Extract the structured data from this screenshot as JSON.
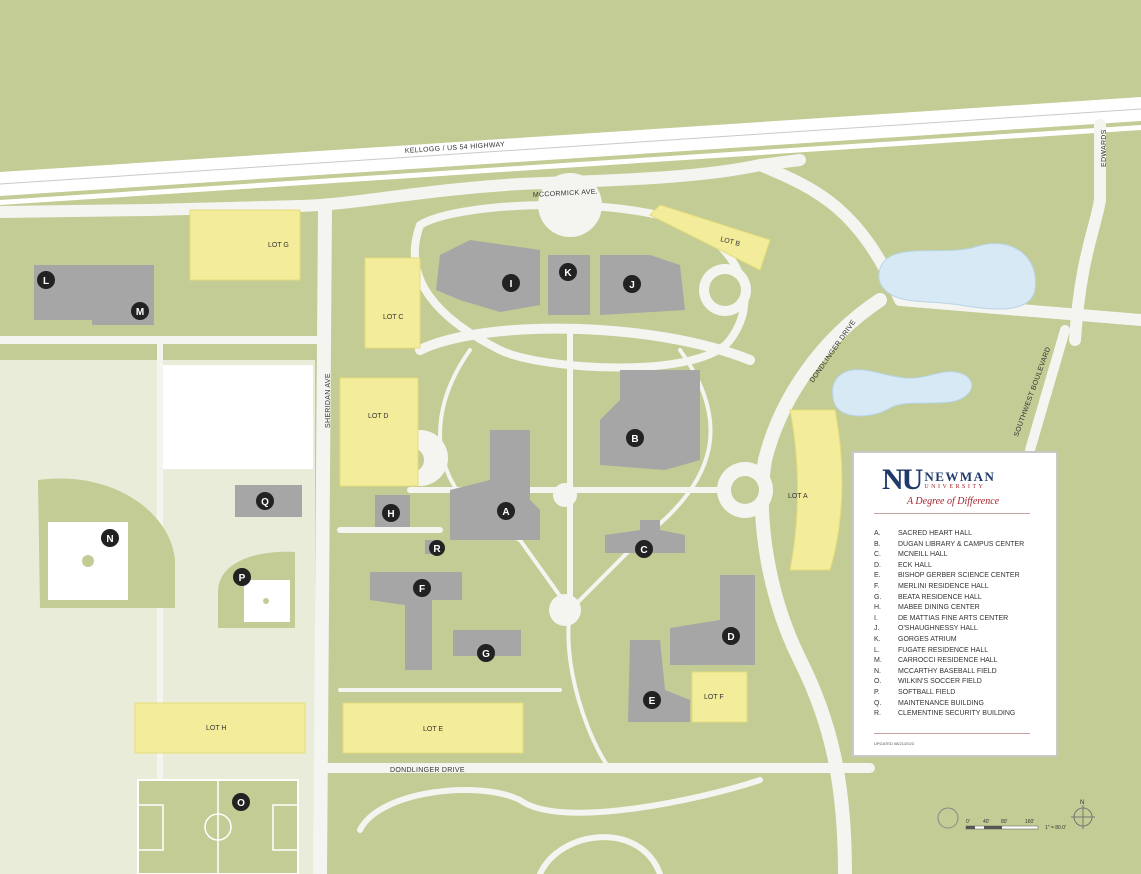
{
  "roads": {
    "highway": "KELLOGG / US 54 HIGHWAY",
    "mccormick": "MCCORMICK AVE.",
    "edwards": "EDWARDS",
    "dondlinger_drive_east": "DONDLINGER DRIVE",
    "sheridan": "SHERIDAN AVE",
    "southwest": "SOUTHWEST BOULEVARD",
    "dondlinger_drive_south": "DONDLINGER DRIVE"
  },
  "lots": {
    "a": "LOT A",
    "b": "LOT B",
    "c": "LOT C",
    "d": "LOT D",
    "e": "LOT E",
    "f": "LOT F",
    "g": "LOT G",
    "h": "LOT H"
  },
  "markers": {
    "a": "A",
    "b": "B",
    "c": "C",
    "d": "D",
    "e": "E",
    "f": "F",
    "g": "G",
    "h": "H",
    "i": "I",
    "j": "J",
    "k": "K",
    "l": "L",
    "m": "M",
    "n": "N",
    "o": "O",
    "p": "P",
    "q": "Q",
    "r": "R"
  },
  "legend": {
    "brand_name": "NEWMAN",
    "brand_sub": "UNIVERSITY",
    "logo_mark": "NU",
    "tagline": "A Degree of Difference",
    "items": [
      {
        "key": "A.",
        "name": "SACRED HEART HALL"
      },
      {
        "key": "B.",
        "name": "DUGAN LIBRARY & CAMPUS CENTER"
      },
      {
        "key": "C.",
        "name": "MCNEILL HALL"
      },
      {
        "key": "D.",
        "name": "ECK HALL"
      },
      {
        "key": "E.",
        "name": "BISHOP GERBER SCIENCE CENTER"
      },
      {
        "key": "F.",
        "name": "MERLINI RESIDENCE HALL"
      },
      {
        "key": "G.",
        "name": "BEATA RESIDENCE HALL"
      },
      {
        "key": "H.",
        "name": "MABEE DINING CENTER"
      },
      {
        "key": "I.",
        "name": "DE MATTIAS FINE ARTS CENTER"
      },
      {
        "key": "J.",
        "name": "O'SHAUGHNESSY HALL"
      },
      {
        "key": "K.",
        "name": "GORGES ATRIUM"
      },
      {
        "key": "L.",
        "name": "FUGATE RESIDENCE HALL"
      },
      {
        "key": "M.",
        "name": "CARROCCI RESIDENCE HALL"
      },
      {
        "key": "N.",
        "name": "MCCARTHY BASEBALL FIELD"
      },
      {
        "key": "O.",
        "name": "WILKIN'S SOCCER FIELD"
      },
      {
        "key": "P.",
        "name": "SOFTBALL FIELD"
      },
      {
        "key": "Q.",
        "name": "MAINTENANCE BUILDING"
      },
      {
        "key": "R.",
        "name": "CLEMENTINE SECURITY BUILDING"
      }
    ],
    "updated": "UPDATED 08/21/2023"
  },
  "scale": {
    "t0": "0'",
    "t1": "40'",
    "t2": "80'",
    "t3": "160'",
    "ratio": "1\" = 80.0'"
  },
  "north": "N",
  "colors": {
    "grass": "#c2cc94",
    "road": "#f4f4f0",
    "building": "#a6a6a6",
    "parking": "#f3ec9a",
    "water": "#d6e9f5",
    "field": "#eef0dc",
    "marker": "#222222",
    "brand_blue": "#1f3a6b",
    "brand_red": "#a3232b"
  }
}
